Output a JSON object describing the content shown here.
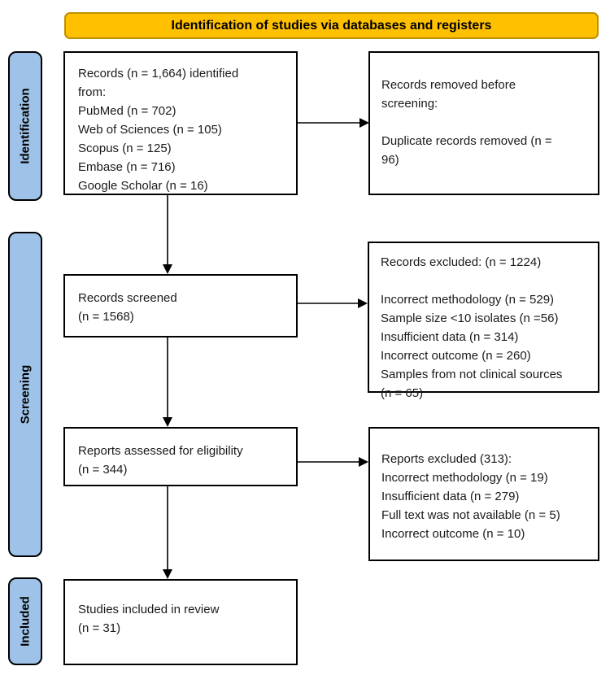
{
  "colors": {
    "banner_fill": "#FFC000",
    "banner_border": "#BF9000",
    "stage_fill": "#9FC3E8",
    "border": "#000000",
    "text": "#1A1A1A"
  },
  "banner": {
    "title": "Identification of studies via databases and registers"
  },
  "stages": [
    {
      "id": "identification",
      "label": "Identification"
    },
    {
      "id": "screening",
      "label": "Screening"
    },
    {
      "id": "included",
      "label": "Included"
    }
  ],
  "boxes": {
    "records_identified": {
      "lines": [
        "Records (n = 1,664) identified",
        "from:",
        "PubMed (n = 702)",
        "Web of Sciences (n = 105)",
        "Scopus (n = 125)",
        "Embase (n = 716)",
        "Google Scholar (n = 16)"
      ]
    },
    "records_removed": {
      "lines": [
        "Records removed before",
        "screening:",
        "",
        "Duplicate records removed (n =",
        "96)"
      ]
    },
    "records_screened": {
      "lines": [
        "Records screened",
        "(n = 1568)"
      ]
    },
    "records_excluded": {
      "lines": [
        "Records excluded: (n = 1224)",
        "",
        "Incorrect methodology (n = 529)",
        "Sample size <10 isolates (n =56)",
        "Insufficient data (n = 314)",
        "Incorrect outcome (n = 260)",
        "Samples from not clinical sources",
        "(n = 65)"
      ]
    },
    "reports_assessed": {
      "lines": [
        "Reports assessed for eligibility",
        "(n = 344)"
      ]
    },
    "reports_excluded": {
      "lines": [
        "Reports excluded (313):",
        "Incorrect methodology (n = 19)",
        "Insufficient data (n = 279)",
        "Full text was not available (n = 5)",
        "Incorrect outcome (n = 10)"
      ]
    },
    "studies_included": {
      "lines": [
        "Studies included in review",
        "(n = 31)"
      ]
    }
  }
}
